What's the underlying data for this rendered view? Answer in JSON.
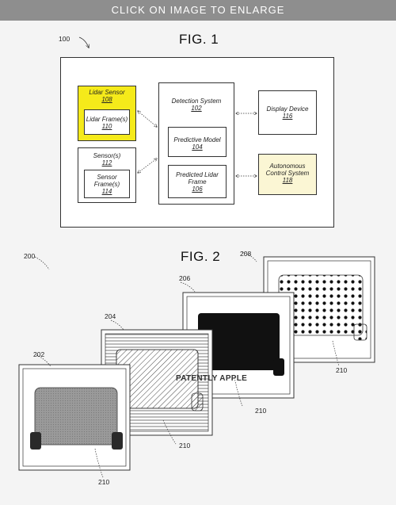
{
  "banner": {
    "text": "CLICK ON IMAGE TO ENLARGE"
  },
  "fig1": {
    "title": "FIG. 1",
    "ref": "100",
    "lidar_sensor": {
      "label": "Lidar Sensor",
      "num": "108",
      "color": "#f5ea1a"
    },
    "lidar_frames": {
      "label": "Lidar Frame(s)",
      "num": "110"
    },
    "sensors": {
      "label": "Sensor(s)",
      "num": "112"
    },
    "sensor_frames": {
      "label": "Sensor Frame(s)",
      "num": "114"
    },
    "detection_system": {
      "label": "Detection System",
      "num": "102"
    },
    "predictive_model": {
      "label": "Predictive Model",
      "num": "104"
    },
    "predicted_lidar_frame": {
      "label": "Predicted Lidar Frame",
      "num": "106"
    },
    "display_device": {
      "label": "Display Device",
      "num": "116"
    },
    "autonomous_control": {
      "label": "Autonomous Control System",
      "num": "118",
      "color": "#fbf6d4"
    }
  },
  "fig2": {
    "title": "FIG. 2",
    "ref": "200",
    "frame_refs": [
      "202",
      "204",
      "206",
      "208"
    ],
    "object_refs": [
      "210",
      "210",
      "210",
      "210"
    ],
    "watermark": "PATENTLY APPLE"
  }
}
